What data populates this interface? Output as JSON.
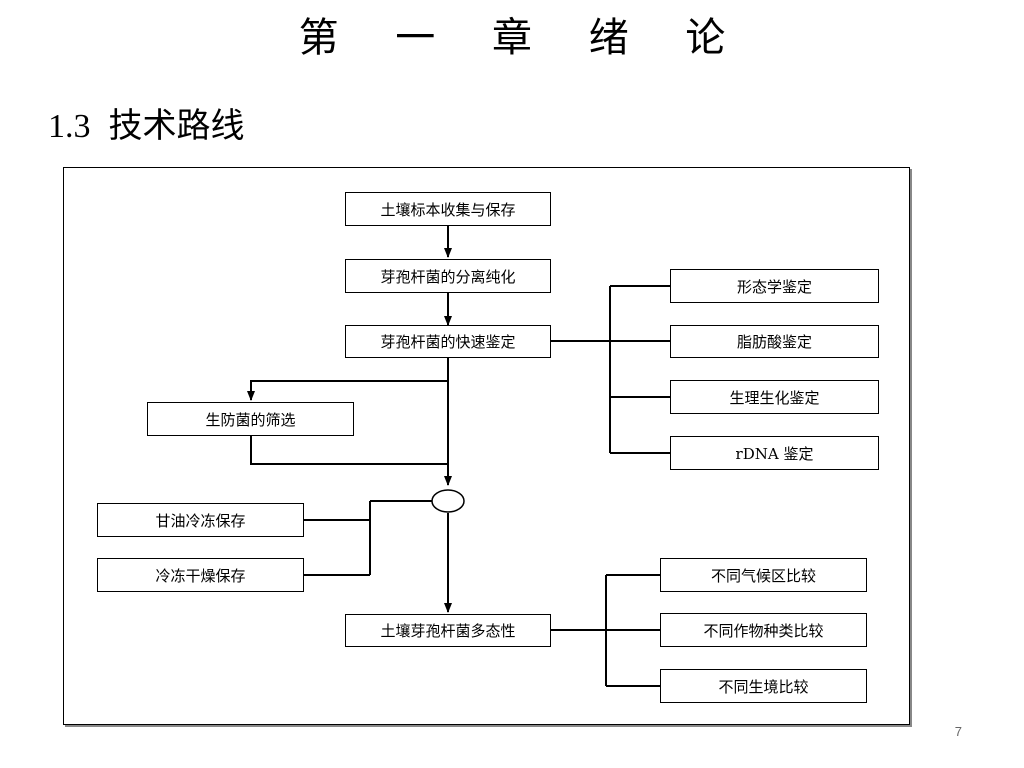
{
  "slide": {
    "chapter_title": "第 一 章 绪  论",
    "section_number": "1.3",
    "section_title": "技术路线",
    "page_number": "7"
  },
  "nodes": {
    "soil_collection": "土壤标本收集与保存",
    "isolation": "芽孢杆菌的分离纯化",
    "rapid_identification": "芽孢杆菌的快速鉴定",
    "morphology": "形态学鉴定",
    "fatty_acid": "脂肪酸鉴定",
    "physio_biochem": "生理生化鉴定",
    "rdna": "rDNA 鉴定",
    "biocontrol_screening": "生防菌的筛选",
    "glycerol_freezing": "甘油冷冻保存",
    "freeze_drying": "冷冻干燥保存",
    "diversity": "土壤芽孢杆菌多态性",
    "climate_compare": "不同气候区比较",
    "crop_compare": "不同作物种类比较",
    "habitat_compare": "不同生境比较"
  }
}
